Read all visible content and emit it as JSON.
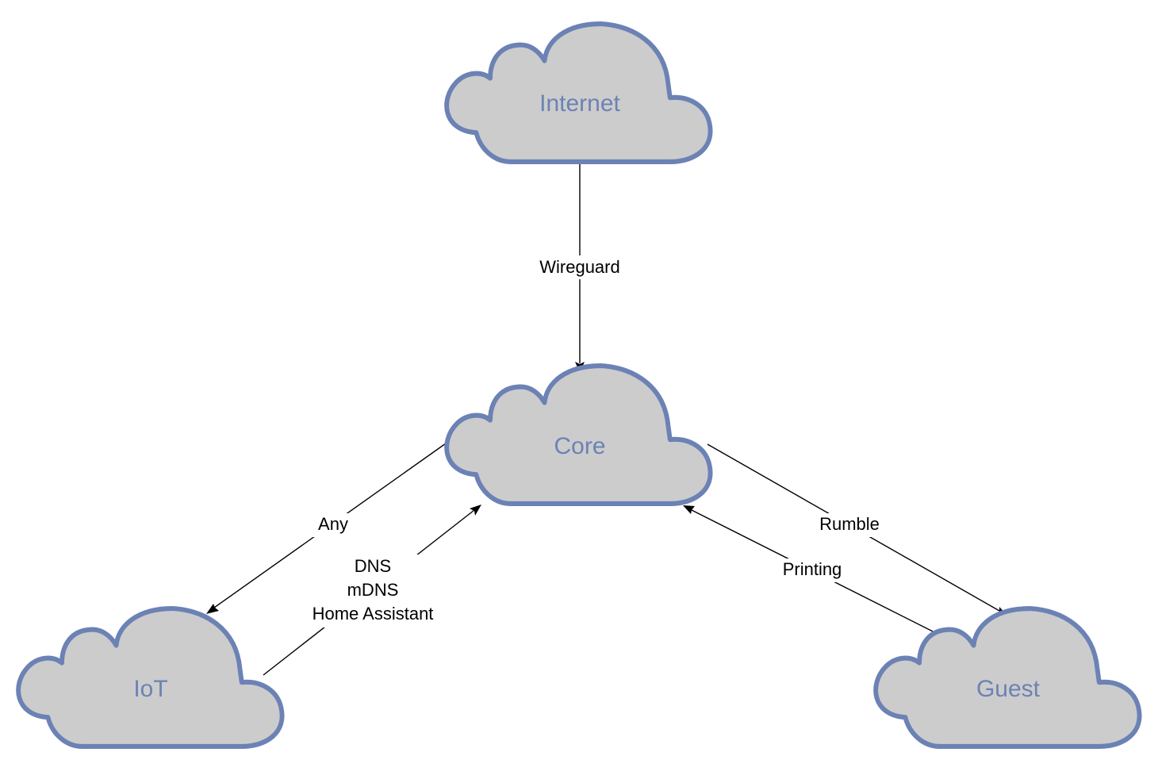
{
  "nodes": {
    "internet": {
      "label": "Internet"
    },
    "core": {
      "label": "Core"
    },
    "iot": {
      "label": "IoT"
    },
    "guest": {
      "label": "Guest"
    }
  },
  "edges": {
    "internet_core": {
      "label": "Wireguard"
    },
    "core_iot": {
      "label": "Any"
    },
    "iot_core": {
      "label_lines": [
        "DNS",
        "mDNS",
        "Home Assistant"
      ]
    },
    "core_guest": {
      "label": "Rumble"
    },
    "guest_core": {
      "label": "Printing"
    }
  },
  "colors": {
    "cloud_fill": "#cccccc",
    "cloud_stroke": "#6c82b5",
    "cloud_text": "#6c82b5",
    "edge": "#000000"
  }
}
